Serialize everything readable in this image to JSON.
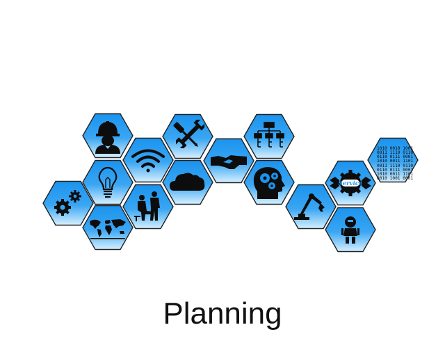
{
  "caption": "Planning",
  "colors": {
    "hex_top": "#1a93ee",
    "hex_bottom": "#d6f0ff",
    "hex_border": "#222222",
    "icon": "#0d0d0d"
  },
  "tiles": [
    {
      "icon": "hard-hat-worker-icon"
    },
    {
      "icon": "gears-icon"
    },
    {
      "icon": "light-bulb-icon"
    },
    {
      "icon": "world-map-icon"
    },
    {
      "icon": "wifi-icon"
    },
    {
      "icon": "people-meeting-icon"
    },
    {
      "icon": "wrench-screwdriver-icon"
    },
    {
      "icon": "cloud-icon"
    },
    {
      "icon": "handshake-icon"
    },
    {
      "icon": "org-chart-icon"
    },
    {
      "icon": "head-gears-icon"
    },
    {
      "icon": "robot-arm-icon"
    },
    {
      "icon": "service-gear-icon",
      "text": "Service"
    },
    {
      "icon": "robot-icon"
    },
    {
      "icon": "binary-code-icon",
      "text": [
        "1010 0010 1001",
        "0011 1110 0110",
        "0110 0111 0001",
        "1010 0011 1101",
        "",
        "0011 1110 0110",
        "0110 0111 0001",
        "1010 0011 1101",
        "0010 1001 0001"
      ]
    }
  ]
}
